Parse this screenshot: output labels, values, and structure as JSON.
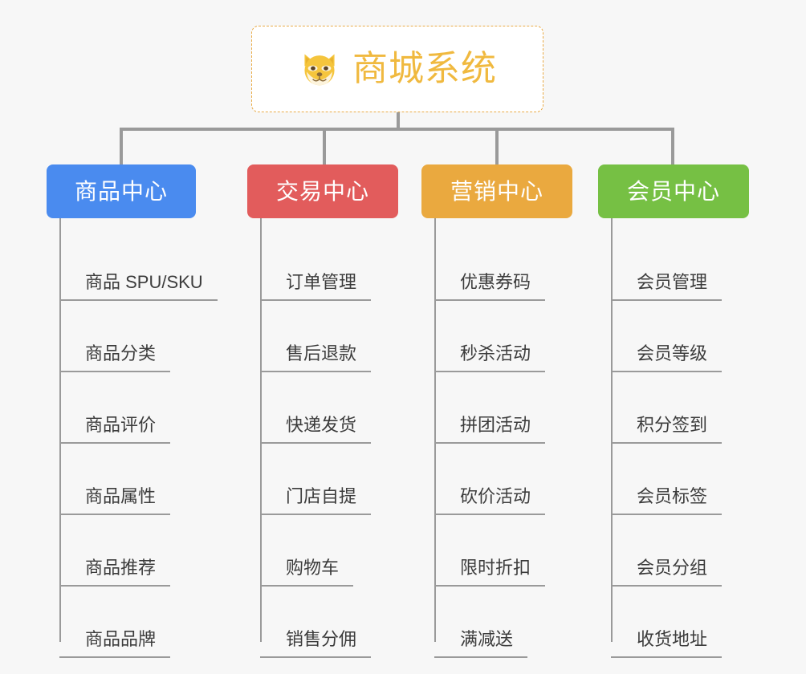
{
  "diagram": {
    "type": "mindmap",
    "background_color": "#f7f7f7",
    "root": {
      "title": "商城系统",
      "icon": "shiba-dog-emoji",
      "text_color": "#f0b93f",
      "border_color": "#e9ab47",
      "background_color": "#ffffff"
    },
    "branches": [
      {
        "label": "商品中心",
        "color": "#4a8bef",
        "items": [
          "商品 SPU/SKU",
          "商品分类",
          "商品评价",
          "商品属性",
          "商品推荐",
          "商品品牌"
        ]
      },
      {
        "label": "交易中心",
        "color": "#e25c5c",
        "items": [
          "订单管理",
          "售后退款",
          "快递发货",
          "门店自提",
          "购物车",
          "销售分佣"
        ]
      },
      {
        "label": "营销中心",
        "color": "#eaa93f",
        "items": [
          "优惠券码",
          "秒杀活动",
          "拼团活动",
          "砍价活动",
          "限时折扣",
          "满减送"
        ]
      },
      {
        "label": "会员中心",
        "color": "#76c044",
        "items": [
          "会员管理",
          "会员等级",
          "积分签到",
          "会员标签",
          "会员分组",
          "收货地址"
        ]
      }
    ]
  }
}
